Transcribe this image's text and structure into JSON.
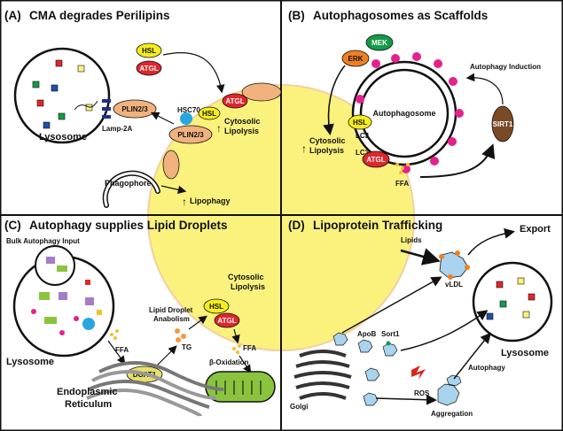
{
  "panels": {
    "a": {
      "letter": "(A)",
      "title": "CMA degrades Perilipins",
      "hsl": "HSL",
      "atgl": "ATGL",
      "hsc70": "HSC70",
      "plin23_a": "PLIN2/3",
      "plin23_b": "PLIN2/3",
      "lamp2a": "Lamp-2A",
      "lysosome": "Lysosome",
      "cytosolic": "Cytosolic",
      "lipolysis": "Lipolysis",
      "phagophore": "Phagophore",
      "lipophagy": "Lipophagy"
    },
    "b": {
      "letter": "(B)",
      "title": "Autophagosomes as Scaffolds",
      "mek": "MEK",
      "erk": "ERK",
      "hsl": "HSL",
      "lc3_a": "LC3",
      "lc3_b": "LC3",
      "atgl": "ATGL",
      "autophagosome": "Autophagosome",
      "induction": "Autophagy Induction",
      "sirt1": "SIRT1",
      "cytosolic": "Cytosolic",
      "lipolysis": "Lipolysis",
      "ffa": "FFA"
    },
    "c": {
      "letter": "(C)",
      "title": "Autophagy supplies Lipid Droplets",
      "bulk": "Bulk Autophagy Input",
      "lysosome": "Lysosome",
      "ffa_a": "FFA",
      "dgat1": "DGAT1",
      "tg": "TG",
      "anabolism_1": "Lipid Droplet",
      "anabolism_2": "Anabolism",
      "hsl": "HSL",
      "atgl": "ATGL",
      "cytosolic": "Cytosolic",
      "lipolysis": "Lipolysis",
      "ffa_b": "FFA",
      "beta": "β-Oxidation",
      "er_1": "Endoplasmic",
      "er_2": "Reticulum"
    },
    "d": {
      "letter": "(D)",
      "title": "Lipoprotein Trafficking",
      "export": "Export",
      "lipids": "Lipids",
      "vldl": "vLDL",
      "apob": "ApoB",
      "sort1": "Sort1",
      "lysosome": "Lysosome",
      "autophagy": "Autophagy",
      "ros": "ROS",
      "aggregation": "Aggregation",
      "golgi": "Golgi"
    }
  },
  "colors": {
    "droplet": "#fbf27e",
    "droplet_edge": "#f2cfa3",
    "hsl": "#f6ee1c",
    "atgl": "#e0262b",
    "plin": "#f1b27e",
    "hsc70": "#2aa6df",
    "lamp": "#1f2f8c",
    "mek": "#149a48",
    "erk": "#f07f22",
    "sirt1": "#7a4a26",
    "magenta": "#e5218c",
    "ffa": "#f3c12e",
    "tg": "#f39a3e",
    "dgat1": "#e6df6a",
    "mito": "#8ac43f",
    "vldl": "#a9d3ee",
    "golgi": "#8a8a8a",
    "ros": "#d9261c"
  },
  "symbols": {
    "up_arrow": "↑"
  }
}
